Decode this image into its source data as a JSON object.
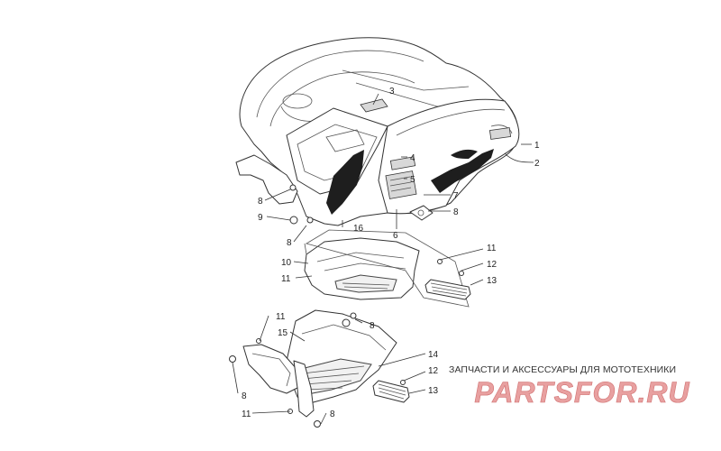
{
  "callouts": {
    "c1": "1",
    "c2": "2",
    "c3": "3",
    "c4": "4",
    "c5": "5",
    "c6": "6",
    "c7": "7",
    "c8a": "8",
    "c8b": "8",
    "c8c": "8",
    "c8d": "8",
    "c8e": "8",
    "c8f": "8",
    "c9": "9",
    "c10": "10",
    "c11a": "11",
    "c11b": "11",
    "c11c": "11",
    "c11d": "11",
    "c12a": "12",
    "c12b": "12",
    "c13a": "13",
    "c13b": "13",
    "c14": "14",
    "c15": "15",
    "c16": "16"
  },
  "watermark": {
    "tagline": "ЗАПЧАСТИ И АКСЕССУАРЫ ДЛЯ МОТОТЕХНИКИ",
    "logo_text": "PARTSFOR.RU",
    "colors": {
      "logo": "#e8a0a0",
      "logo_outline": "#d07070"
    }
  },
  "icons": {
    "logo": "partsfor-logo-icon",
    "screw": "screw-icon",
    "washer": "washer-icon",
    "nut": "nut-icon"
  }
}
